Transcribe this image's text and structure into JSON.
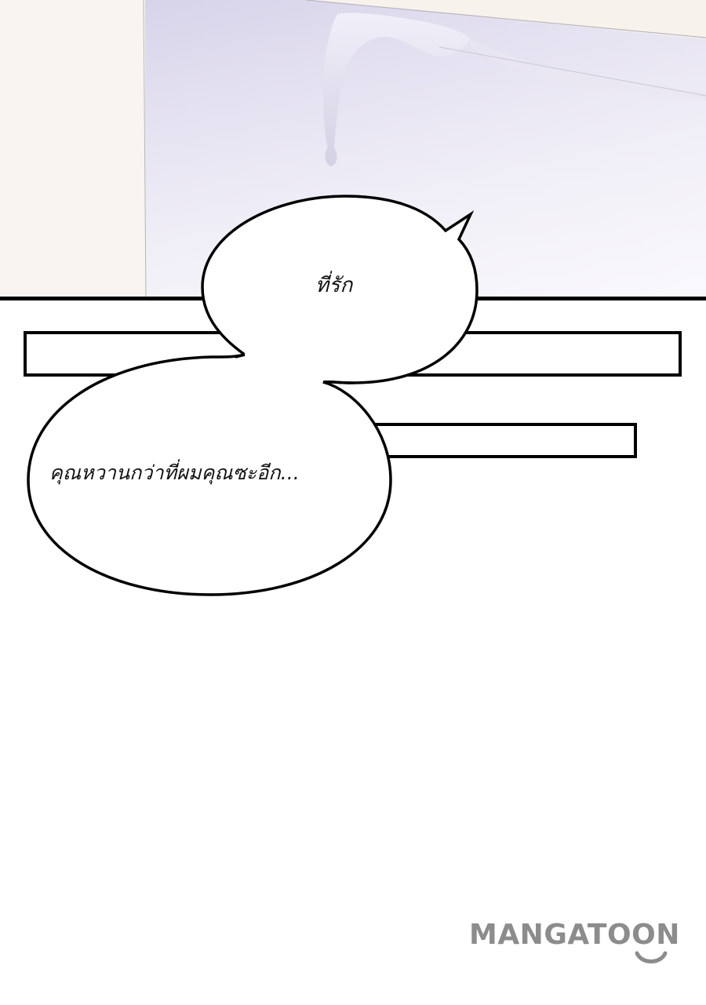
{
  "dialogue": {
    "first_bubble": "ที่รัก",
    "second_bubble": "คุณหวานกว่าที่ผมคุณซะอีก..."
  },
  "watermark": {
    "text": "MANGATOON"
  },
  "colors": {
    "panel_background": "#f7f3f0",
    "wall_lavender": "#ddd9ef",
    "ink": "#111111",
    "watermark_gray": "#8c8c8c"
  },
  "icons": [
    "speech-bubble-tail",
    "smile-mark"
  ]
}
